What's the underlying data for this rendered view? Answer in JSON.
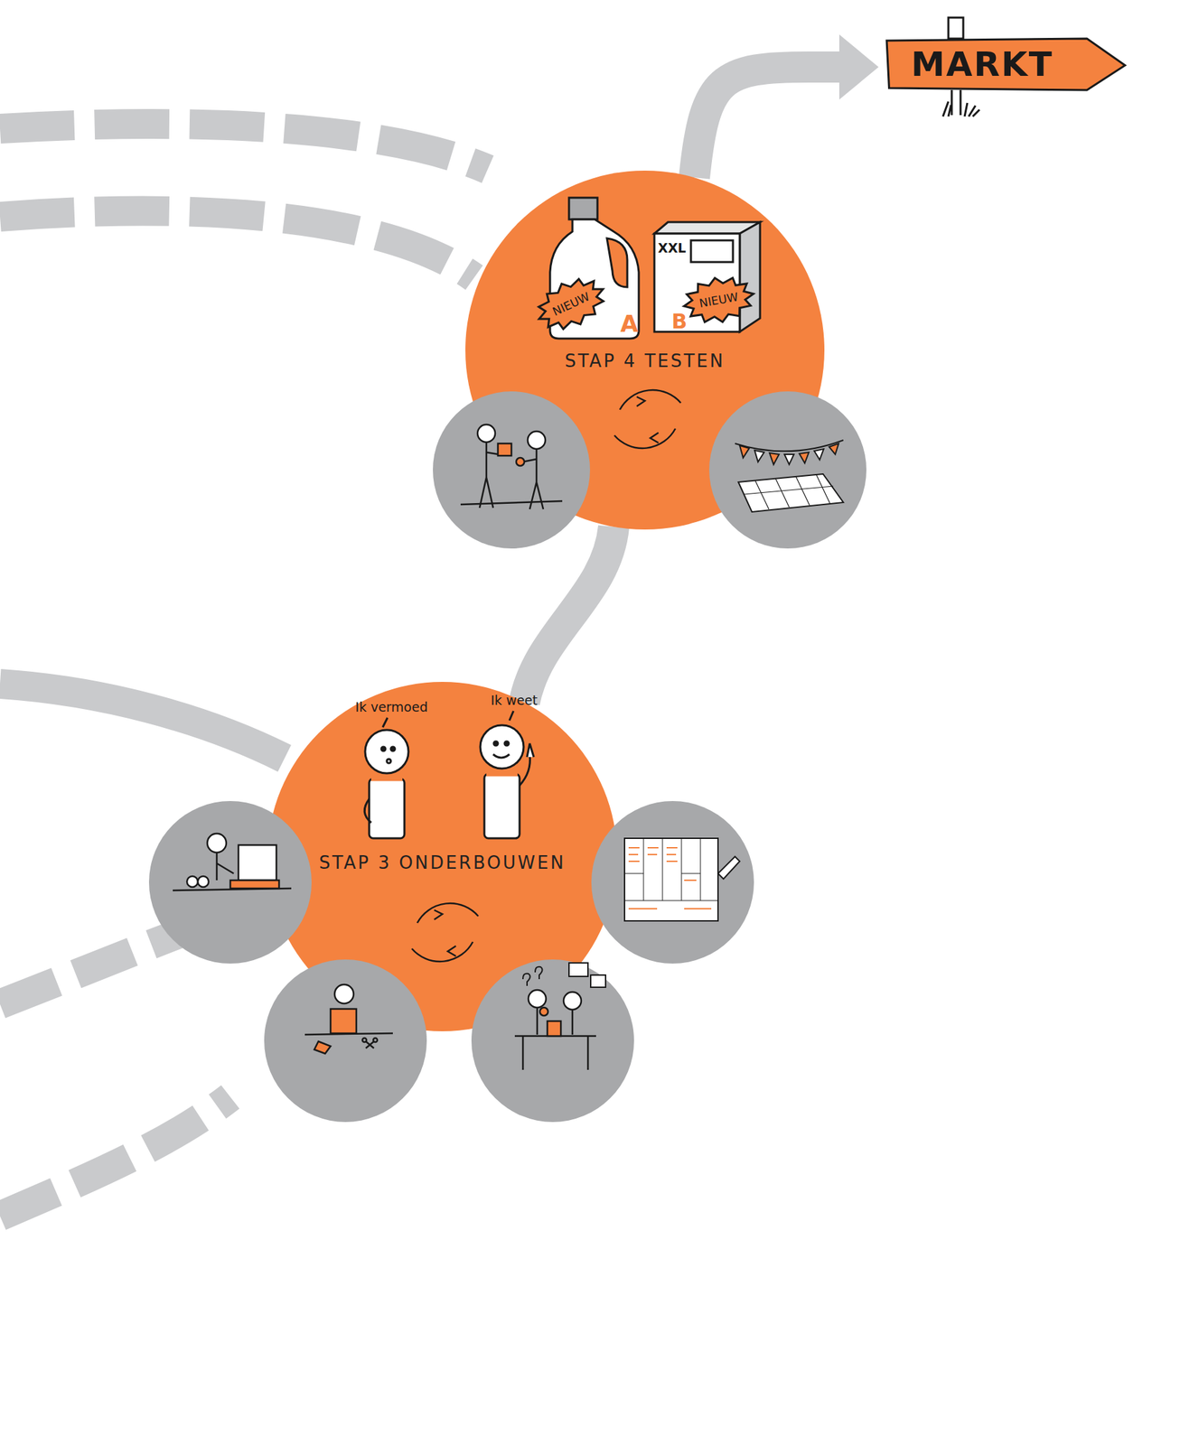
{
  "diagram": {
    "nodes": [
      {
        "text": [
          "MARKT"
        ]
      },
      {
        "text": [
          "STAP 4 TESTEN"
        ]
      },
      {
        "text": [
          "STAP 3 ONDERBOUWEN"
        ]
      }
    ],
    "edges": [
      {
        "from": 2,
        "to": 1,
        "arrow": "none"
      },
      {
        "from": 1,
        "to": 0,
        "arrow": "to"
      }
    ],
    "labels": [
      "NIEUW",
      "A",
      "XXL",
      "NIEUW",
      "B",
      "Ik vermoed",
      "Ik weet"
    ]
  }
}
